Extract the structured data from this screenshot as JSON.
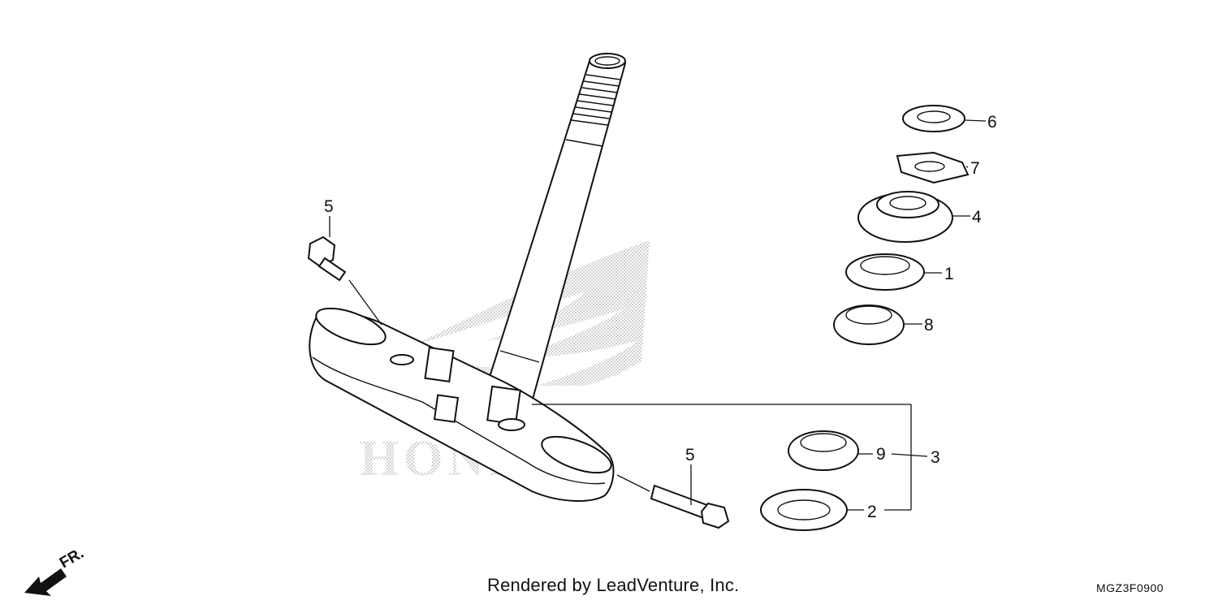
{
  "diagram": {
    "watermark_text": "HONDA",
    "direction_label": "FR.",
    "footer_credit": "Rendered by LeadVenture, Inc.",
    "diagram_code": "MGZ3F0900",
    "callouts": {
      "c1": "1",
      "c2": "2",
      "c3": "3",
      "c4": "4",
      "c5_bolt_top": "5",
      "c5_bolt_bottom": "5",
      "c6": "6",
      "c7": "7",
      "c8": "8",
      "c9": "9"
    }
  },
  "colors": {
    "line": "#111111",
    "watermark": "#bdbdbd",
    "background": "#ffffff"
  },
  "icons": [
    "front-direction-arrow-icon",
    "honda-wing-watermark"
  ]
}
